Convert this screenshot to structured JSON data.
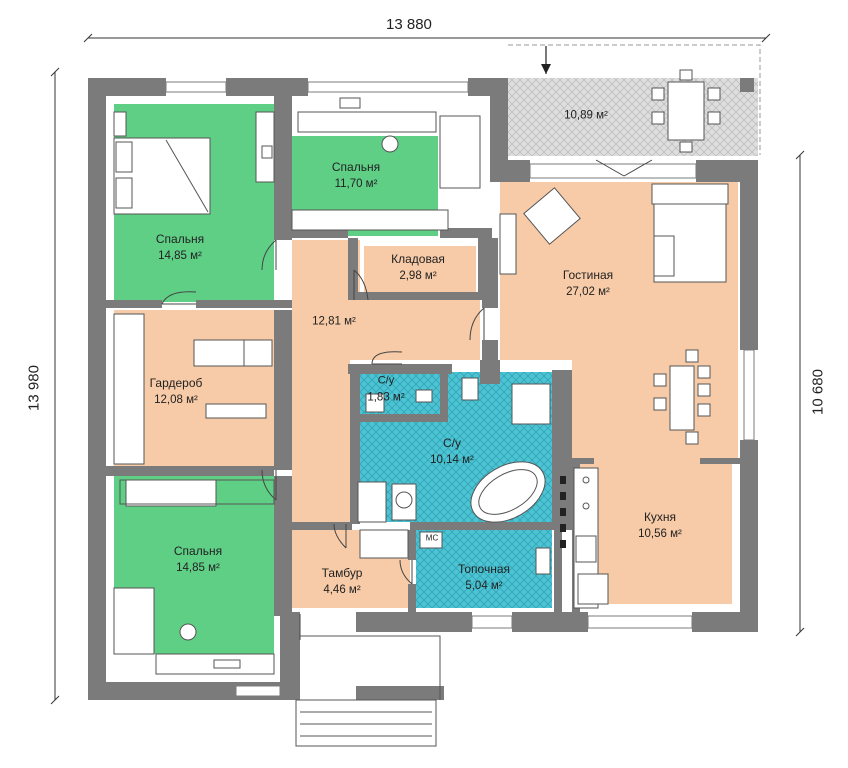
{
  "dimensions": {
    "top": "13 880",
    "left": "13 980",
    "right": "10 680"
  },
  "rooms": [
    {
      "id": "bedroom-1",
      "name": "Спальня",
      "area": "14,85 м²"
    },
    {
      "id": "bedroom-2",
      "name": "Спальня",
      "area": "11,70 м²"
    },
    {
      "id": "pantry",
      "name": "Кладовая",
      "area": "2,98 м²"
    },
    {
      "id": "hall",
      "name": "",
      "area": "12,81 м²"
    },
    {
      "id": "wardrobe",
      "name": "Гардероб",
      "area": "12,08 м²"
    },
    {
      "id": "wc",
      "name": "С/у",
      "area": "1,83 м²"
    },
    {
      "id": "bathroom",
      "name": "С/у",
      "area": "10,14 м²"
    },
    {
      "id": "bedroom-3",
      "name": "Спальня",
      "area": "14,85 м²"
    },
    {
      "id": "vestibule",
      "name": "Тамбур",
      "area": "4,46 м²"
    },
    {
      "id": "furnace",
      "name": "Топочная",
      "area": "5,04 м²"
    },
    {
      "id": "kitchen",
      "name": "Кухня",
      "area": "10,56 м²"
    },
    {
      "id": "living",
      "name": "Гостиная",
      "area": "27,02 м²"
    },
    {
      "id": "terrace",
      "name": "",
      "area": "10,89 м²"
    }
  ],
  "labels": {
    "mc": "МС"
  },
  "colors": {
    "wall": "#7b7b7b",
    "bedroom": "#5fcf86",
    "warm": "#f7cba7",
    "wet": "#4cc4d4",
    "terrace": "#d8d8d8"
  }
}
